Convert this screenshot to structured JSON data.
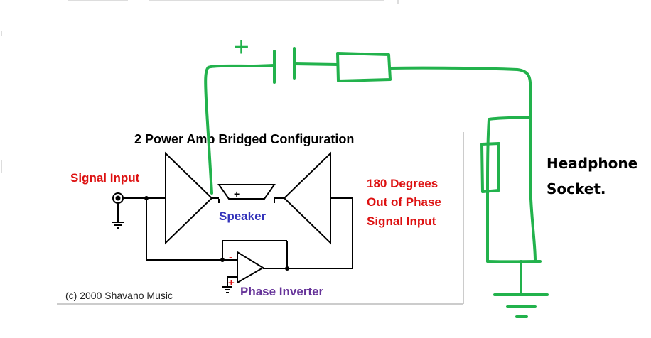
{
  "diagram": {
    "title": "2 Power Amp Bridged Configuration",
    "signal_input_label": "Signal Input",
    "phase_label_line1": "180 Degrees",
    "phase_label_line2": "Out of Phase",
    "phase_label_line3": "Signal Input",
    "speaker_label": "Speaker",
    "speaker_plus": "+",
    "inverter_label": "Phase Inverter",
    "inverter_minus": "-",
    "inverter_plus": "+",
    "copyright": "(c) 2000 Shavano Music"
  },
  "annotation": {
    "headphone_line1": "Headphone",
    "headphone_line2": "Socket.",
    "marker_symbol": "+",
    "wire_color": "#22b24c"
  },
  "colors": {
    "red_text": "#dd1111",
    "blue_text": "#3333bb",
    "purple_text": "#663399",
    "line_black": "#000000"
  }
}
